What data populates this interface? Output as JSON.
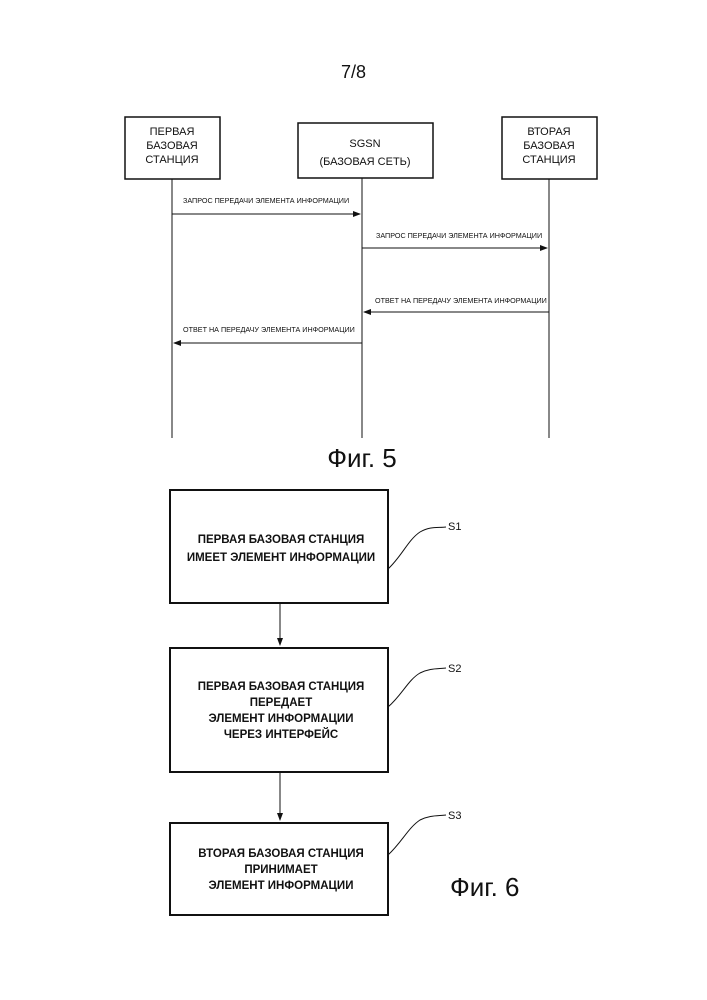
{
  "page_number": "7/8",
  "figure5": {
    "caption": "Фиг. 5",
    "entities": [
      {
        "lines": [
          "ПЕРВАЯ",
          "БАЗОВАЯ",
          "СТАНЦИЯ"
        ]
      },
      {
        "lines": [
          "SGSN",
          "(БАЗОВАЯ СЕТЬ)"
        ]
      },
      {
        "lines": [
          "ВТОРАЯ",
          "БАЗОВАЯ",
          "СТАНЦИЯ"
        ]
      }
    ],
    "messages": [
      {
        "text": "ЗАПРОС ПЕРЕДАЧИ ЭЛЕМЕНТА ИНФОРМАЦИИ"
      },
      {
        "text": "ЗАПРОС ПЕРЕДАЧИ ЭЛЕМЕНТА ИНФОРМАЦИИ"
      },
      {
        "text": "ОТВЕТ НА ПЕРЕДАЧУ ЭЛЕМЕНТА ИНФОРМАЦИИ"
      },
      {
        "text": "ОТВЕТ НА ПЕРЕДАЧУ ЭЛЕМЕНТА ИНФОРМАЦИИ"
      }
    ]
  },
  "figure6": {
    "caption": "Фиг. 6",
    "steps": [
      {
        "label": "S1",
        "lines": [
          "ПЕРВАЯ БАЗОВАЯ СТАНЦИЯ",
          "ИМЕЕТ ЭЛЕМЕНТ ИНФОРМАЦИИ"
        ]
      },
      {
        "label": "S2",
        "lines": [
          "ПЕРВАЯ БАЗОВАЯ СТАНЦИЯ",
          "ПЕРЕДАЕТ",
          "ЭЛЕМЕНТ ИНФОРМАЦИИ",
          "ЧЕРЕЗ ИНТЕРФЕЙС"
        ]
      },
      {
        "label": "S3",
        "lines": [
          "ВТОРАЯ БАЗОВАЯ СТАНЦИЯ",
          "ПРИНИМАЕТ",
          "ЭЛЕМЕНТ ИНФОРМАЦИИ"
        ]
      }
    ]
  }
}
